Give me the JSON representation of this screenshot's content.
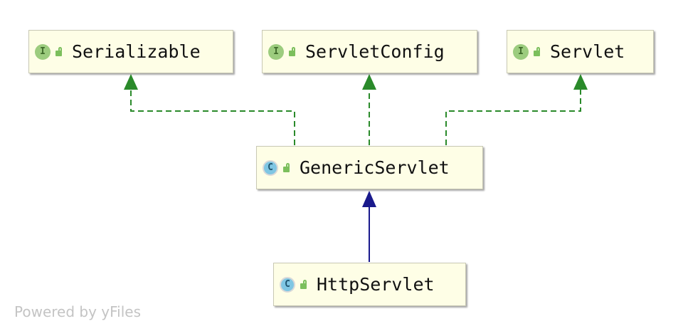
{
  "nodes": {
    "serializable": {
      "name": "Serializable",
      "kind": "interface",
      "badge": "I"
    },
    "servlet_config": {
      "name": "ServletConfig",
      "kind": "interface",
      "badge": "I"
    },
    "servlet": {
      "name": "Servlet",
      "kind": "interface",
      "badge": "I"
    },
    "generic_servlet": {
      "name": "GenericServlet",
      "kind": "class",
      "badge": "C"
    },
    "http_servlet": {
      "name": "HttpServlet",
      "kind": "class",
      "badge": "C"
    }
  },
  "relations": [
    {
      "from": "GenericServlet",
      "to": "Serializable",
      "type": "implements"
    },
    {
      "from": "GenericServlet",
      "to": "ServletConfig",
      "type": "implements"
    },
    {
      "from": "GenericServlet",
      "to": "Servlet",
      "type": "implements"
    },
    {
      "from": "HttpServlet",
      "to": "GenericServlet",
      "type": "extends"
    }
  ],
  "colors": {
    "implements_edge": "#2a8a2a",
    "extends_edge": "#1a1a8c",
    "node_fill": "#fefee6"
  },
  "watermark": "Powered by yFiles"
}
